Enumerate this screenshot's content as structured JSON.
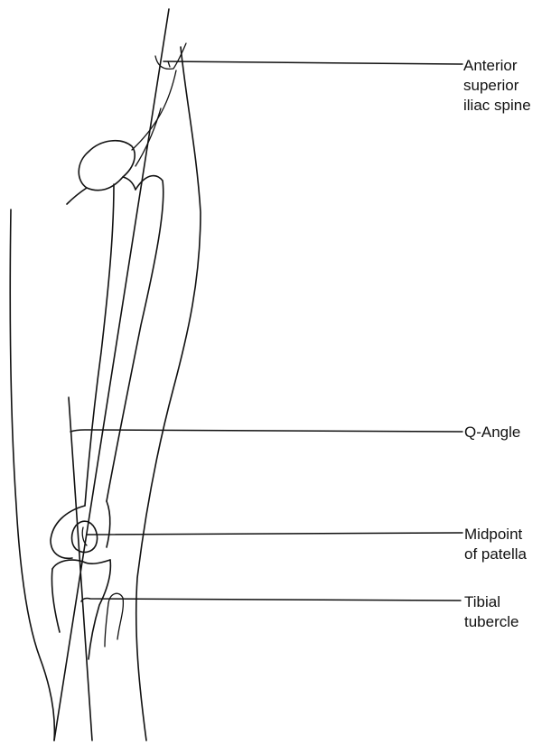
{
  "labels": {
    "asis": [
      "Anterior",
      "superior",
      "iliac spine"
    ],
    "q_angle": [
      "Q-Angle"
    ],
    "patella": [
      "Midpoint",
      "of patella"
    ],
    "tibial": [
      "Tibial",
      "tubercle"
    ]
  }
}
